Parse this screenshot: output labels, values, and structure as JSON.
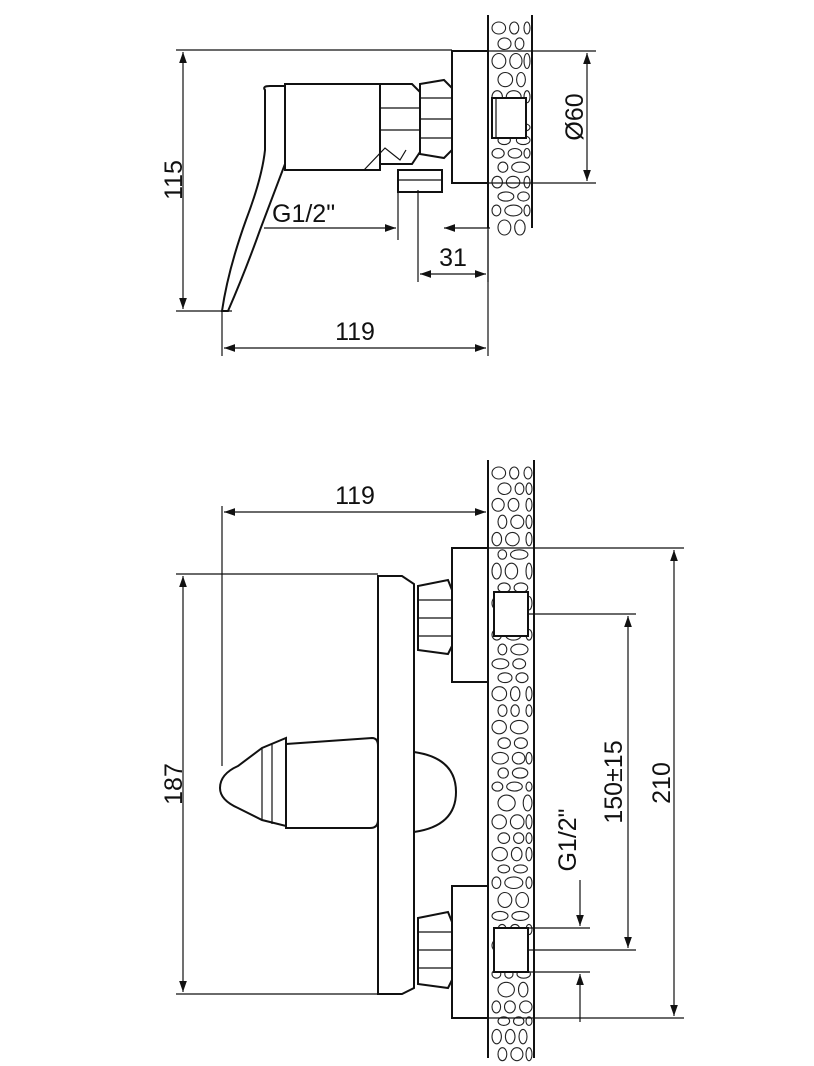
{
  "top_view": {
    "height_label": "115",
    "diameter_label": "Ø60",
    "thread_label": "G1/2\"",
    "offset_label": "31",
    "depth_label": "119"
  },
  "front_view": {
    "depth_label": "119",
    "height_label": "187",
    "total_label": "210",
    "spacing_label": "150±15",
    "thread_label": "G1/2\""
  }
}
